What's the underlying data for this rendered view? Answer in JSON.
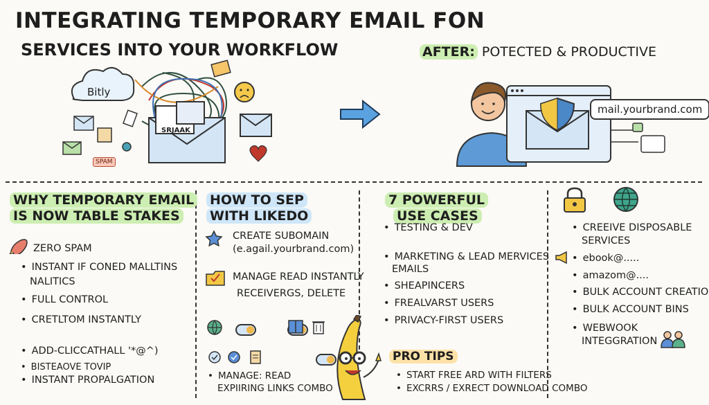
{
  "title": {
    "line1": "INTEGRATING TEMPORARY EMAIL FON",
    "line2": "SERVICES INTO YOUR WORKFLOW"
  },
  "before": {
    "bitly_label": "Bitly",
    "envelope_label": "SRJAAK",
    "spam_label": "SPAM"
  },
  "after": {
    "label_bold": "AFTER:",
    "label_rest": " POTECTED & PRODUCTIVE",
    "domain": "mail.yourbrand.com"
  },
  "col1": {
    "heading_line1": "WHY TEMPORARY EMAIL",
    "heading_line2": "IS NOW TABLE STAKES",
    "items": [
      "ZERO SPAM",
      "INSTANT IF CONED MALLTINS",
      "NALITICS",
      "FULL CONTROL",
      "CRETLTOM INSTANTLY",
      "ADD-CLICCATHALL '*@^)",
      "BISTEAOVE TOVIP",
      "INSTANT PROPALGATION"
    ]
  },
  "col2": {
    "heading_line1": "HOW TO SEP",
    "heading_line2": "WITH LIKEDO",
    "step1_line1": "CREATE SUBOMAIN",
    "step1_line2": "(e.agail.yourbrand.com)",
    "step2_line1": "MANAGE READ INSTANTLY",
    "step2_line2": "RECEIVERGS, DELETE",
    "bottom_line1": "MANAGE: READ",
    "bottom_line2": "EXPIIRING LINKS COMBO"
  },
  "col3": {
    "heading_line1": "7 POWERFUL",
    "heading_line2": "USE CASES",
    "items": [
      "TESTING & DEV",
      "MARKETING & LEAD MERVICES",
      "EMAILS",
      "SHEAPINCERS",
      "FREALVARST USERS",
      "PRIVACY-FIRST USERS"
    ],
    "pro_tips_heading": "PRO TIPS",
    "pro_tips": [
      "START FREE ARD WITH FILTERS",
      "EXCRRS / EXRECT DOWNLOAD COMBO"
    ]
  },
  "col4": {
    "items": [
      "CREEIVE DISPOSABLE",
      "SERVICES",
      "ebook@.....",
      "amazom@....",
      "BULK ACCOUNT CREATION",
      "BULK ACCOUNT BINS",
      "WEBWOOK",
      "INTEGGRATION"
    ]
  },
  "colors": {
    "highlight_green": "#cdeeb2",
    "highlight_blue": "#cfe6f8",
    "highlight_orange": "#fde2a8",
    "arrow_blue": "#5aa2e0"
  }
}
